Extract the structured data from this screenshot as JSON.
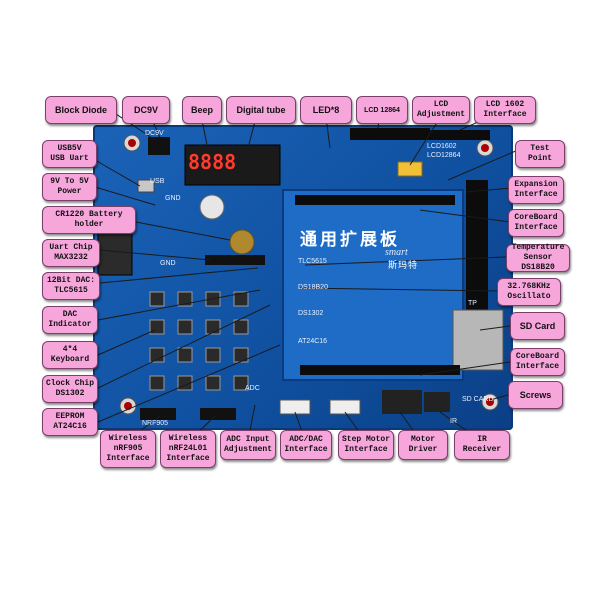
{
  "board": {
    "title_cn": "通用扩展板",
    "brand_en": "smart",
    "brand_cn": "斯玛特",
    "digits": "8888",
    "silk": {
      "dc9v": "DC9V",
      "usb": "USB",
      "gnd1": "GND",
      "gnd2": "GND",
      "tlc5615": "TLC5615",
      "ds18b20": "DS18B20",
      "ds1302": "DS1302",
      "at24c16": "AT24C16",
      "lcd12864": "LCD12864",
      "lcd1602": "LCD1602",
      "sdcard": "SD CARD",
      "ir": "IR",
      "nrf905": "NRF905",
      "adc": "ADC",
      "tp": "TP"
    }
  },
  "labels": {
    "block_diode": "Block Diode",
    "dc9v": "DC9V",
    "beep": "Beep",
    "digital_tube": "Digital tube",
    "led8": "LED*8",
    "lcd12864": "LCD 12864",
    "lcd_adjustment": "LCD\nAdjustment",
    "lcd1602": "LCD 1602\nInterface",
    "usb5v": "USB5V\nUSB Uart",
    "test_point": "Test\nPoint",
    "power_9v_5v": "9V To 5V\nPower",
    "expansion_interface": "Expansion\nInterface",
    "cr1220": "CR1220 Battery\nholder",
    "coreboard_interface_1": "CoreBoard\nInterface",
    "uart_chip": "Uart Chip\nMAX3232",
    "temperature_sensor": "Temperature\nSensor DS18B20",
    "dac_12bit": "12Bit DAC:\nTLC5615",
    "oscillator": "32.768KHz\nOscillato",
    "dac_indicator": "DAC\nIndicator",
    "sd_card": "SD Card",
    "keyboard": "4*4\nKeyboard",
    "coreboard_interface_2": "CoreBoard\nInterface",
    "clock_chip": "Clock Chip\nDS1302",
    "screws": "Screws",
    "eeprom": "EEPROM\nAT24C16",
    "wireless_nrf905": "Wireless\nnRF905\nInterface",
    "wireless_nrf24l01": "Wireless\nnRF24L01\nInterface",
    "adc_input": "ADC Input\nAdjustment",
    "adc_dac_interface": "ADC/DAC\nInterface",
    "step_motor": "Step Motor\nInterface",
    "motor_driver": "Motor\nDriver",
    "ir_receiver": "IR\nReceiver"
  }
}
